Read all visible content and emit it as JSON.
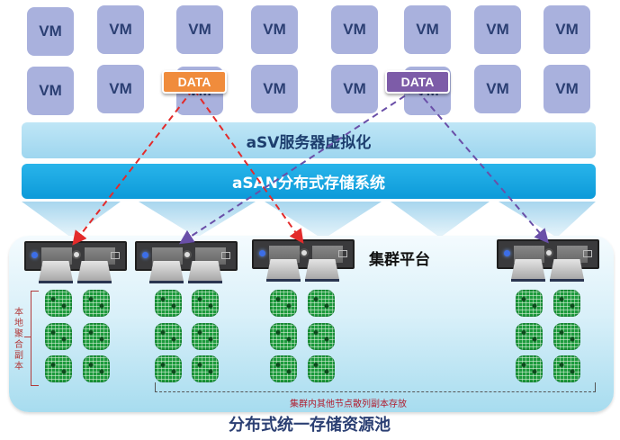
{
  "vm_grid": {
    "vm_label": "VM",
    "rows": 2,
    "cols": 8
  },
  "data_tags": [
    {
      "label": "DATA",
      "color": "#f08c3c",
      "line_color": "#e32b2b"
    },
    {
      "label": "DATA",
      "color": "#7d5ca8",
      "line_color": "#6a4fa8"
    }
  ],
  "layers": {
    "virtualization": "aSV服务器虚拟化",
    "storage": "aSAN分布式存储系统"
  },
  "cluster": {
    "title": "集群平台",
    "local_replica_label": "本地聚合副本",
    "remote_replica_label": "集群内其他节点散列副本存放",
    "pool_title": "分布式统一存储资源池",
    "node_count": 4
  },
  "colors": {
    "vm_fill": "#a9b1dd",
    "band_light": "#a8dcf2",
    "band_dark": "#13a3dd",
    "pool_bg": "#d9f0f9"
  }
}
